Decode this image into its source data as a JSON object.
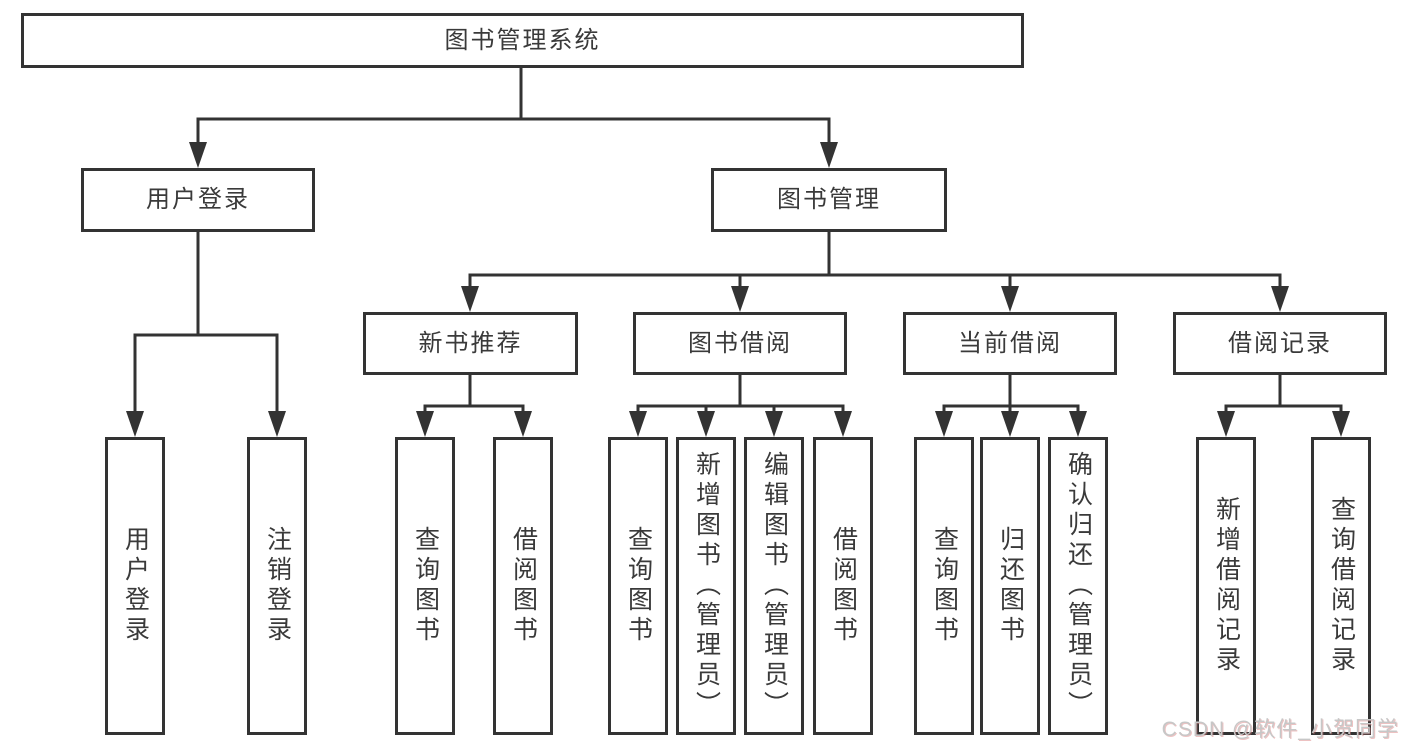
{
  "diagram": {
    "root": {
      "label": "图书管理系统"
    },
    "level2": [
      {
        "label": "用户登录"
      },
      {
        "label": "图书管理"
      }
    ],
    "level3": [
      {
        "label": "新书推荐"
      },
      {
        "label": "图书借阅"
      },
      {
        "label": "当前借阅"
      },
      {
        "label": "借阅记录"
      }
    ],
    "level4": [
      {
        "label": "用户登录"
      },
      {
        "label": "注销登录"
      },
      {
        "label": "查询图书"
      },
      {
        "label": "借阅图书"
      },
      {
        "label": "查询图书"
      },
      {
        "label": "新增图书（管理员）"
      },
      {
        "label": "编辑图书（管理员）"
      },
      {
        "label": "借阅图书"
      },
      {
        "label": "查询图书"
      },
      {
        "label": "归还图书"
      },
      {
        "label": "确认归还（管理员）"
      },
      {
        "label": "新增借阅记录"
      },
      {
        "label": "查询借阅记录"
      }
    ]
  },
  "watermark": {
    "text": "CSDN @软件_小贺同学"
  },
  "colors": {
    "line": "#333333",
    "text": "#3a3a3a",
    "background": "#ffffff",
    "watermark": "#c7c7c7"
  }
}
